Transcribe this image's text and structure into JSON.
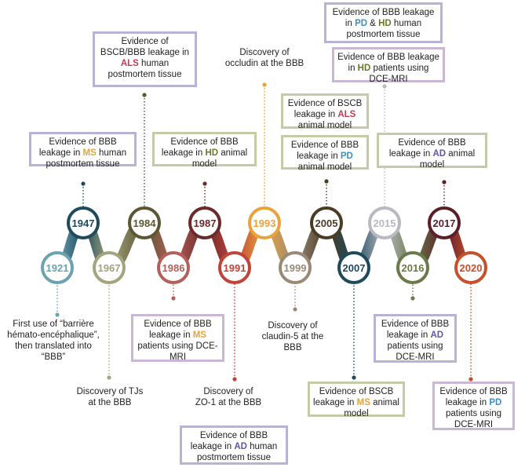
{
  "colors": {
    "MS": "#e8a33b",
    "ALS": "#c43a55",
    "HD": "#6a7a24",
    "PD": "#3f8fbf",
    "AD": "#5e58a6"
  },
  "nodes": [
    {
      "year": "1921",
      "row": "bottom",
      "color": "#6ba3b0"
    },
    {
      "year": "1947",
      "row": "top",
      "color": "#1f4a5c"
    },
    {
      "year": "1967",
      "row": "bottom",
      "color": "#a3a57e"
    },
    {
      "year": "1984",
      "row": "top",
      "color": "#5b5633"
    },
    {
      "year": "1986",
      "row": "bottom",
      "color": "#b4605a"
    },
    {
      "year": "1987",
      "row": "top",
      "color": "#6a2a2a"
    },
    {
      "year": "1991",
      "row": "bottom",
      "color": "#c1443b"
    },
    {
      "year": "1993",
      "row": "top",
      "color": "#e8a33b"
    },
    {
      "year": "1999",
      "row": "bottom",
      "color": "#9b8978"
    },
    {
      "year": "2005",
      "row": "top",
      "color": "#4a3c24"
    },
    {
      "year": "2007",
      "row": "bottom",
      "color": "#1f4a5c"
    },
    {
      "year": "2015",
      "row": "top",
      "color": "#b9b9c2"
    },
    {
      "year": "2016",
      "row": "bottom",
      "color": "#6a7a4a"
    },
    {
      "year": "2017",
      "row": "top",
      "color": "#5a1f28"
    },
    {
      "year": "2020",
      "row": "bottom",
      "color": "#c5502e"
    }
  ],
  "annotations": {
    "a1921": {
      "parts": [
        {
          "t": "First use of “barrière hémato-encéphalique”, then translated into “BBB”"
        }
      ]
    },
    "a1947": {
      "parts": [
        {
          "t": "Evidence of BBB leakage in "
        },
        {
          "t": "MS",
          "k": "MS"
        },
        {
          "t": " human postmortem tissue"
        }
      ]
    },
    "a1967": {
      "parts": [
        {
          "t": "Discovery of TJs at the BBB"
        }
      ]
    },
    "a1984": {
      "parts": [
        {
          "t": "Evidence of BSCB/BBB leakage in "
        },
        {
          "t": "ALS",
          "k": "ALS"
        },
        {
          "t": " human postmortem tissue"
        }
      ]
    },
    "a1986": {
      "parts": [
        {
          "t": "Evidence of BBB leakage in "
        },
        {
          "t": "MS",
          "k": "MS"
        },
        {
          "t": " patients using DCE-MRI"
        }
      ]
    },
    "a1987": {
      "parts": [
        {
          "t": "Evidence of BBB leakage in "
        },
        {
          "t": "HD",
          "k": "HD"
        },
        {
          "t": " animal model"
        }
      ]
    },
    "a1991a": {
      "parts": [
        {
          "t": "Discovery of ZO-1 at the BBB"
        }
      ]
    },
    "a1991b": {
      "parts": [
        {
          "t": "Evidence of BBB leakage in "
        },
        {
          "t": "AD",
          "k": "AD"
        },
        {
          "t": " human postmortem tissue"
        }
      ]
    },
    "a1993": {
      "parts": [
        {
          "t": "Discovery of occludin at the BBB"
        }
      ]
    },
    "a1999": {
      "parts": [
        {
          "t": "Discovery of claudin-5 at the BBB"
        }
      ]
    },
    "a2005a": {
      "parts": [
        {
          "t": "Evidence of BSCB leakage in "
        },
        {
          "t": "ALS",
          "k": "ALS"
        },
        {
          "t": " animal model"
        }
      ]
    },
    "a2005b": {
      "parts": [
        {
          "t": "Evidence of BBB leakage in "
        },
        {
          "t": "PD",
          "k": "PD"
        },
        {
          "t": " animal model"
        }
      ]
    },
    "a2007": {
      "parts": [
        {
          "t": "Evidence of BSCB leakage in "
        },
        {
          "t": "MS",
          "k": "MS"
        },
        {
          "t": " animal model"
        }
      ]
    },
    "a2015a": {
      "parts": [
        {
          "t": "Evidence of BBB leakage in "
        },
        {
          "t": "PD",
          "k": "PD"
        },
        {
          "t": " & "
        },
        {
          "t": "HD",
          "k": "HD"
        },
        {
          "t": " human postmortem tissue"
        }
      ]
    },
    "a2015b": {
      "parts": [
        {
          "t": "Evidence of BBB leakage in "
        },
        {
          "t": "HD",
          "k": "HD"
        },
        {
          "t": " patients using DCE-MRI"
        }
      ]
    },
    "a2016": {
      "parts": [
        {
          "t": "Evidence of BBB leakage in "
        },
        {
          "t": "AD",
          "k": "AD"
        },
        {
          "t": " patients using DCE-MRI"
        }
      ]
    },
    "a2017": {
      "parts": [
        {
          "t": "Evidence of BBB leakage in "
        },
        {
          "t": "AD",
          "k": "AD"
        },
        {
          "t": " animal model"
        }
      ]
    },
    "a2020": {
      "parts": [
        {
          "t": "Evidence of BBB leakage in "
        },
        {
          "t": "PD",
          "k": "PD"
        },
        {
          "t": " patients using DCE-MRI"
        }
      ]
    }
  }
}
